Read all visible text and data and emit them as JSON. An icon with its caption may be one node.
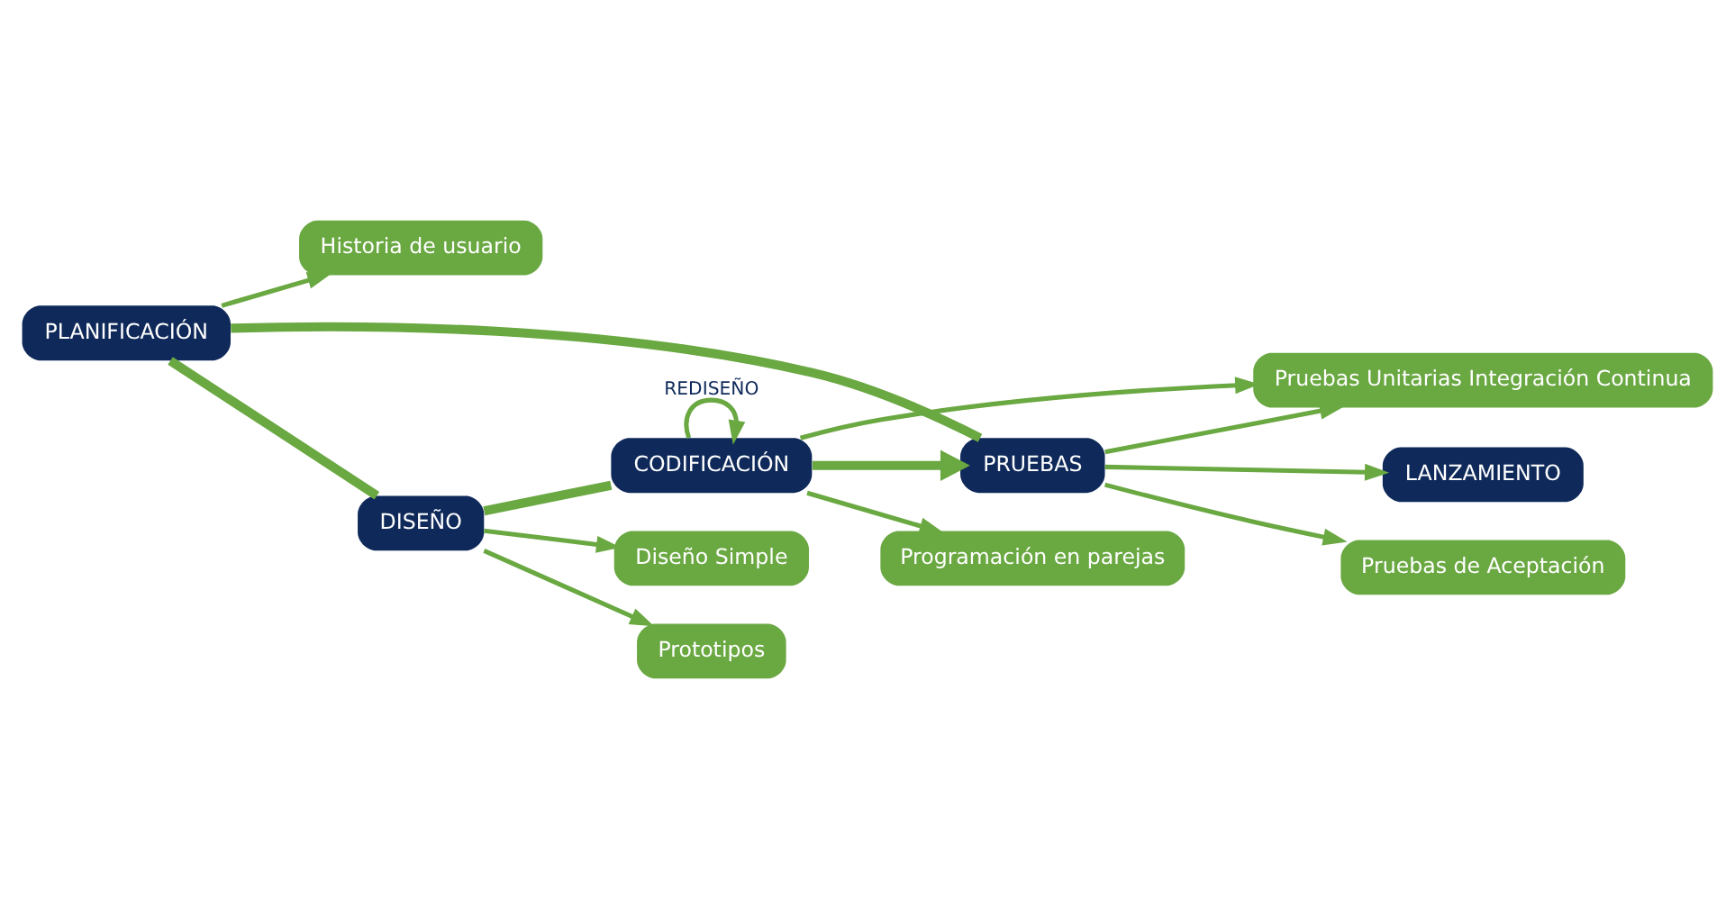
{
  "diagram": {
    "nodes": [
      {
        "text": [
          "Historia de usuario"
        ]
      },
      {
        "text": [
          "Diseño Simple"
        ]
      },
      {
        "text": [
          "Prototipos"
        ]
      },
      {
        "text": [
          "PLANIFICACIÓN"
        ]
      },
      {
        "text": [
          "DISEÑO"
        ]
      },
      {
        "text": [
          "Programación en parejas"
        ]
      },
      {
        "text": [
          "PRUEBAS"
        ]
      },
      {
        "text": [
          "CODIFICACIÓN"
        ]
      },
      {
        "text": [
          "LANZAMIENTO"
        ]
      },
      {
        "text": [
          "Pruebas de Aceptación"
        ]
      },
      {
        "text": [
          "Pruebas Unitarias Integración Continua"
        ]
      }
    ],
    "edges": [
      {
        "from": 3,
        "to": 0,
        "arrow": "to"
      },
      {
        "from": 4,
        "to": 1,
        "arrow": "to"
      },
      {
        "from": 4,
        "to": 2,
        "arrow": "to"
      },
      {
        "from": 7,
        "to": 5,
        "arrow": "to"
      },
      {
        "from": 7,
        "to": 7,
        "arrow": "to",
        "label": "REDISEÑO"
      },
      {
        "from": 6,
        "to": 8,
        "arrow": "to"
      },
      {
        "from": 3,
        "to": 4,
        "arrow": "none",
        "style": "thick"
      },
      {
        "from": 4,
        "to": 7,
        "arrow": "none",
        "style": "thick"
      },
      {
        "from": 7,
        "to": 6,
        "arrow": "to",
        "style": "thick"
      },
      {
        "from": 6,
        "to": 3,
        "arrow": "none",
        "style": "thick"
      },
      {
        "from": 7,
        "to": 10,
        "arrow": "to"
      },
      {
        "from": 6,
        "to": 9,
        "arrow": "to"
      },
      {
        "from": 6,
        "to": 10,
        "arrow": "to"
      }
    ]
  }
}
